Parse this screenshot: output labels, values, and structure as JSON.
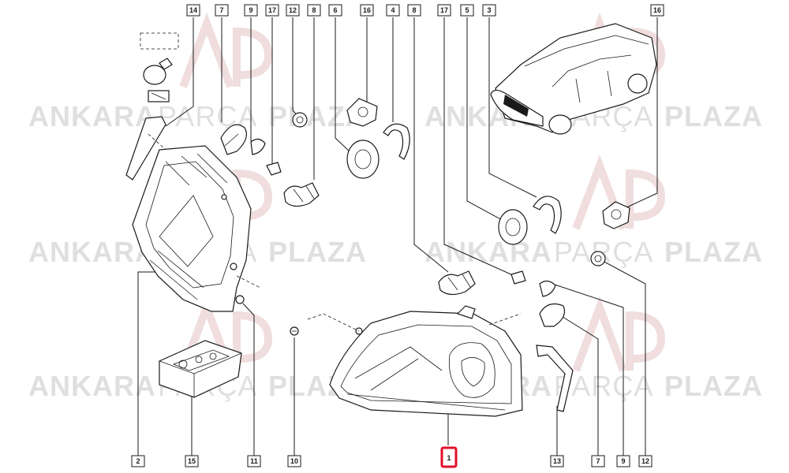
{
  "watermark": {
    "word1": "ANKARA",
    "word2": "PARÇA",
    "word3": "PLAZA"
  },
  "callouts": {
    "top": [
      "14",
      "7",
      "9",
      "17",
      "12",
      "8",
      "6",
      "16",
      "4",
      "8",
      "17",
      "5",
      "3",
      "16"
    ],
    "bottom": [
      "2",
      "15",
      "11",
      "10",
      "1",
      "13",
      "7",
      "9",
      "12"
    ],
    "highlighted": "1",
    "highlight_color": "#e0102a"
  }
}
